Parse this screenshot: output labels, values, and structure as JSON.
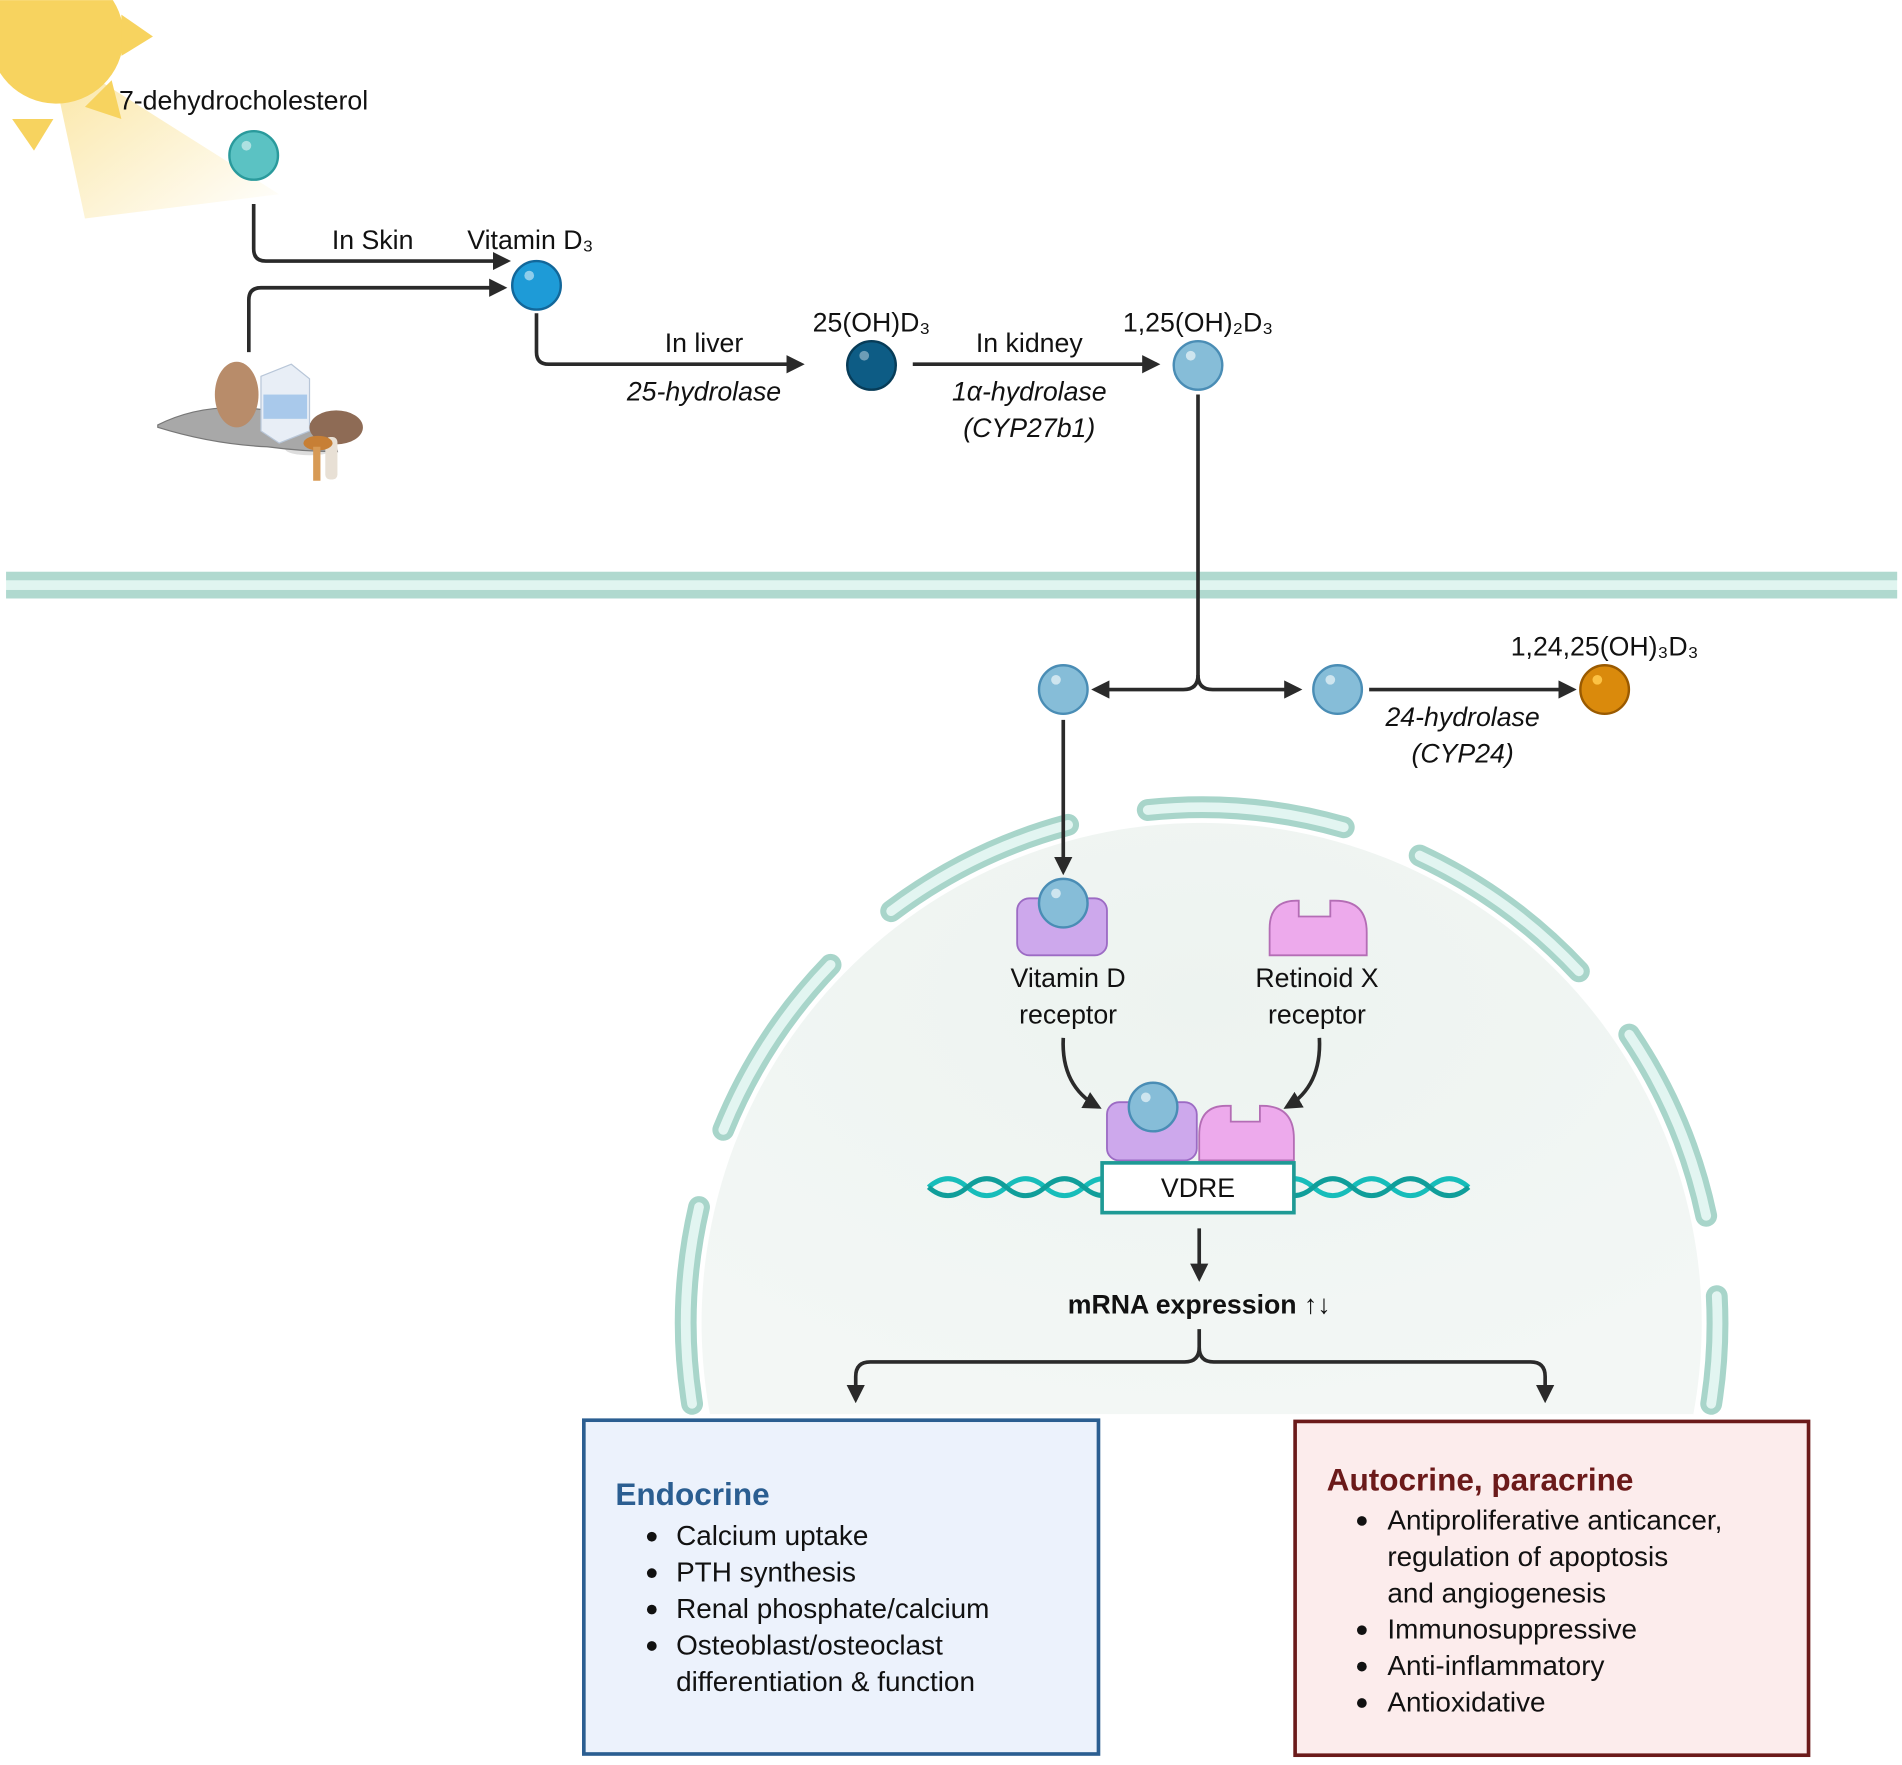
{
  "pathway": {
    "precursor": "7-dehydrocholesterol",
    "skin_step": "In Skin",
    "vitamin_d3": "Vitamin D₃",
    "liver_step": "In liver",
    "liver_enzyme": "25-hydrolase",
    "calcidiol": "25(OH)D₃",
    "kidney_step": "In kidney",
    "kidney_enzyme_1": "1α-hydrolase",
    "kidney_enzyme_2": "(CYP27b1)",
    "calcitriol": "1,25(OH)₂D₃",
    "inactivation_enzyme_1": "24-hydrolase",
    "inactivation_enzyme_2": "(CYP24)",
    "inactive_product": "1,24,25(OH)₃D₃"
  },
  "nucleus": {
    "vdr_label_1": "Vitamin D",
    "vdr_label_2": "receptor",
    "rxr_label_1": "Retinoid X",
    "rxr_label_2": "receptor",
    "vdre": "VDRE",
    "mrna": "mRNA expression ↑↓"
  },
  "endocrine": {
    "title": "Endocrine",
    "items": [
      "Calcium uptake",
      "PTH synthesis",
      "Renal phosphate/calcium",
      "Osteoblast/osteoclast",
      "differentiation & function"
    ]
  },
  "autocrine": {
    "title": "Autocrine, paracrine",
    "items": [
      "Antiproliferative anticancer,",
      "regulation of apoptosis",
      "and angiogenesis",
      "Immunosuppressive",
      "Anti-inflammatory",
      "Antioxidative"
    ]
  },
  "colors": {
    "precursor": "#5BC2C3",
    "vitamin_d3": "#1E9BD7",
    "calcidiol": "#0D5C85",
    "calcitriol": "#86BDD8",
    "inactive": "#DA8A0C",
    "endocrine": "#2B5E91",
    "autocrine": "#6B1A1A"
  }
}
